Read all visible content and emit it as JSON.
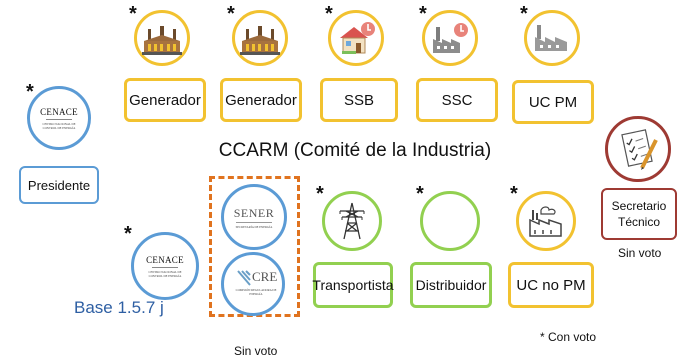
{
  "committee_title": "CCARM (Comité de la Industria)",
  "base_ref": "Base 1.5.7 j",
  "legend_con_voto": "* Con voto",
  "sin_voto_st": "Sin voto",
  "sin_voto_group": "Sin voto",
  "star": "*",
  "top_row": [
    {
      "label": "Generador",
      "icon": "power-plant-icon"
    },
    {
      "label": "Generador",
      "icon": "power-plant-icon"
    },
    {
      "label": "SSB",
      "icon": "house-with-meter-icon"
    },
    {
      "label": "SSC",
      "icon": "factory-with-meter-icon"
    },
    {
      "label": "UC PM",
      "icon": "factory-icon"
    }
  ],
  "bottom_row": [
    {
      "label": "Transportista",
      "icon": "transmission-tower-icon"
    },
    {
      "label": "Distribuidor",
      "icon": ""
    },
    {
      "label": "UC no PM",
      "icon": "industrial-building-icon"
    }
  ],
  "presidente": {
    "label": "Presidente",
    "logo_text": "CENACE",
    "logo_sub": "CENTRO NACIONAL DE CONTROL DE ENERGÍA"
  },
  "cenace_bottom": {
    "logo_text": "CENACE",
    "logo_sub": "CENTRO NACIONAL DE CONTROL DE ENERGÍA"
  },
  "sener": {
    "logo_text": "SENER",
    "logo_sub": "SECRETARÍA DE ENERGÍA"
  },
  "cre": {
    "logo_text": "CRE",
    "logo_sub": "COMISIÓN REGULADORA DE ENERGÍA"
  },
  "secretario": {
    "label": "Secretario Técnico",
    "icon": "document-checklist-icon"
  },
  "colors": {
    "yellow": "#f2c230",
    "green": "#92d050",
    "blue": "#5b9bd5",
    "red": "#9e3a33",
    "orange": "#e0731f"
  }
}
